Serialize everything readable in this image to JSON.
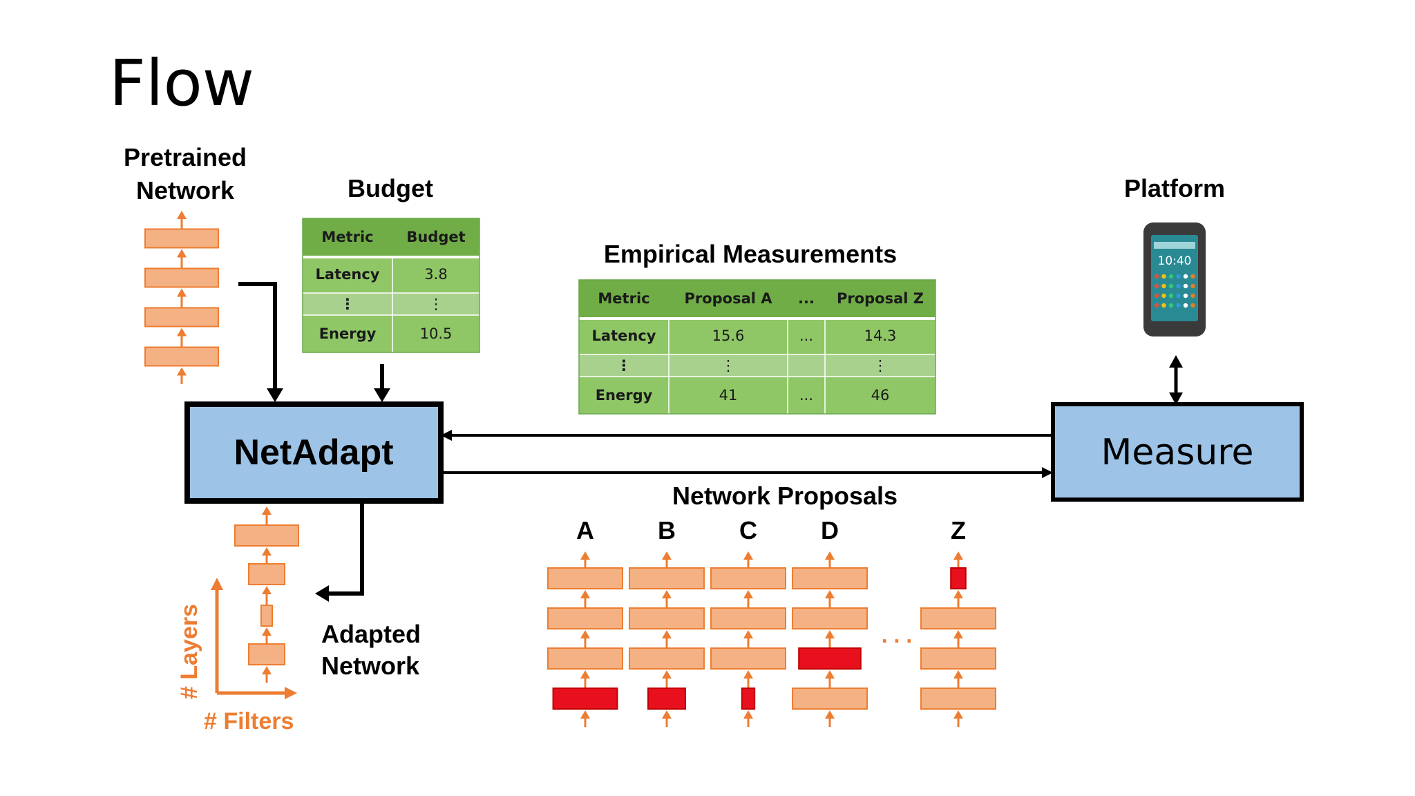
{
  "slide": {
    "title": "Flow"
  },
  "labels": {
    "pretrained_line1": "Pretrained",
    "pretrained_line2": "Network",
    "budget": "Budget",
    "empirical": "Empirical Measurements",
    "platform": "Platform",
    "netadapt": "NetAdapt",
    "measure": "Measure",
    "network_proposals": "Network Proposals",
    "adapted_line1": "Adapted",
    "adapted_line2": "Network",
    "axis_layers": "# Layers",
    "axis_filters": "# Filters",
    "ellipsis": ". . ."
  },
  "budget_table": {
    "headers": [
      "Metric",
      "Budget"
    ],
    "rows": [
      [
        "Latency",
        "3.8"
      ],
      [
        "⋮",
        "⋮"
      ],
      [
        "Energy",
        "10.5"
      ]
    ]
  },
  "measure_table": {
    "headers": [
      "Metric",
      "Proposal A",
      "...",
      "Proposal Z"
    ],
    "rows": [
      [
        "Latency",
        "15.6",
        "...",
        "14.3"
      ],
      [
        "⋮",
        "⋮",
        "",
        "⋮"
      ],
      [
        "Energy",
        "41",
        "...",
        "46"
      ]
    ]
  },
  "phone": {
    "time": "10:40"
  },
  "proposals": [
    {
      "name": "A",
      "layers": [
        1.0,
        1.0,
        1.0,
        0.86
      ],
      "reduced": [
        false,
        false,
        false,
        true
      ]
    },
    {
      "name": "B",
      "layers": [
        1.0,
        1.0,
        1.0,
        0.5
      ],
      "reduced": [
        false,
        false,
        false,
        true
      ]
    },
    {
      "name": "C",
      "layers": [
        1.0,
        1.0,
        1.0,
        0.17
      ],
      "reduced": [
        false,
        false,
        false,
        true
      ]
    },
    {
      "name": "D",
      "layers": [
        1.0,
        1.0,
        0.83,
        1.0
      ],
      "reduced": [
        false,
        false,
        true,
        false
      ]
    },
    {
      "name": "Z",
      "layers": [
        0.2,
        1.0,
        1.0,
        1.0
      ],
      "reduced": [
        true,
        false,
        false,
        false
      ]
    }
  ],
  "colors": {
    "layer": "#f4b183",
    "layer_stroke": "#ed7d31",
    "arrow_orange": "#ed7d31",
    "reduced": "#e8101e",
    "box_fill": "#9dc3e6",
    "table_header": "#70ad47",
    "table_body": "#8fc766",
    "table_spacer": "#a9d18e"
  }
}
